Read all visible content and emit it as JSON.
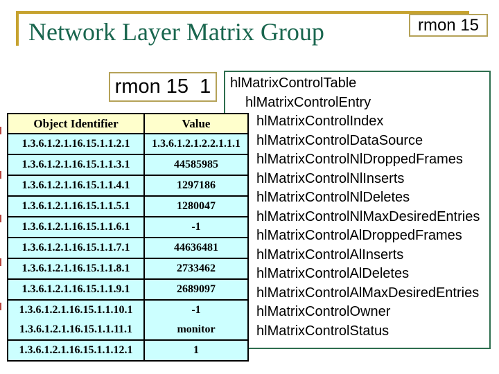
{
  "slide": {
    "title": "Network Layer Matrix Group",
    "page_badge": "rmon 15",
    "instance_callout": "rmon 15  1"
  },
  "colors": {
    "title_green": "#19664e",
    "gold_accent": "#c6a22f",
    "badge_border_tan": "#b5a258",
    "tree_box_border_green": "#2e6e4e",
    "table_header_bg": "#ffffcc",
    "table_cell_bg": "#ccffff",
    "table_border": "#000000",
    "edge_mark_red": "#b5413a"
  },
  "oid_table": {
    "headers": [
      "Object Identifier",
      "Value"
    ],
    "rows": [
      {
        "oid": "1.3.6.1.2.1.16.15.1.1.2.1",
        "value": "1.3.6.1.2.1.2.2.1.1.1",
        "divider_below": true
      },
      {
        "oid": "1.3.6.1.2.1.16.15.1.1.3.1",
        "value": "44585985",
        "divider_below": true
      },
      {
        "oid": "1.3.6.1.2.1.16.15.1.1.4.1",
        "value": "1297186",
        "divider_below": true
      },
      {
        "oid": "1.3.6.1.2.1.16.15.1.1.5.1",
        "value": "1280047",
        "divider_below": true
      },
      {
        "oid": "1.3.6.1.2.1.16.15.1.1.6.1",
        "value": "-1",
        "divider_below": true
      },
      {
        "oid": "1.3.6.1.2.1.16.15.1.1.7.1",
        "value": "44636481",
        "divider_below": true
      },
      {
        "oid": "1.3.6.1.2.1.16.15.1.1.8.1",
        "value": "2733462",
        "divider_below": true
      },
      {
        "oid": "1.3.6.1.2.1.16.15.1.1.9.1",
        "value": "2689097",
        "divider_below": true
      },
      {
        "oid": "1.3.6.1.2.1.16.15.1.1.10.1",
        "value": "-1",
        "divider_below": false
      },
      {
        "oid": "1.3.6.1.2.1.16.15.1.1.11.1",
        "value": "monitor",
        "divider_below": true
      },
      {
        "oid": "1.3.6.1.2.1.16.15.1.1.12.1",
        "value": "1",
        "divider_below": true
      }
    ]
  },
  "mib_tree": {
    "items": [
      {
        "label": "hlMatrixControlTable",
        "indent": 0
      },
      {
        "label": "hlMatrixControlEntry",
        "indent": 1
      },
      {
        "label": "hlMatrixControlIndex",
        "indent": 2
      },
      {
        "label": "hlMatrixControlDataSource",
        "indent": 2
      },
      {
        "label": "hlMatrixControlNlDroppedFrames",
        "indent": 2
      },
      {
        "label": "hlMatrixControlNlInserts",
        "indent": 2
      },
      {
        "label": "hlMatrixControlNlDeletes",
        "indent": 2
      },
      {
        "label": "hlMatrixControlNlMaxDesiredEntries",
        "indent": 2
      },
      {
        "label": "hlMatrixControlAlDroppedFrames",
        "indent": 2
      },
      {
        "label": "hlMatrixControlAlInserts",
        "indent": 2
      },
      {
        "label": "hlMatrixControlAlDeletes",
        "indent": 2
      },
      {
        "label": "hlMatrixControlAlMaxDesiredEntries",
        "indent": 2
      },
      {
        "label": "hlMatrixControlOwner",
        "indent": 2
      },
      {
        "label": "hlMatrixControlStatus",
        "indent": 2
      }
    ]
  }
}
